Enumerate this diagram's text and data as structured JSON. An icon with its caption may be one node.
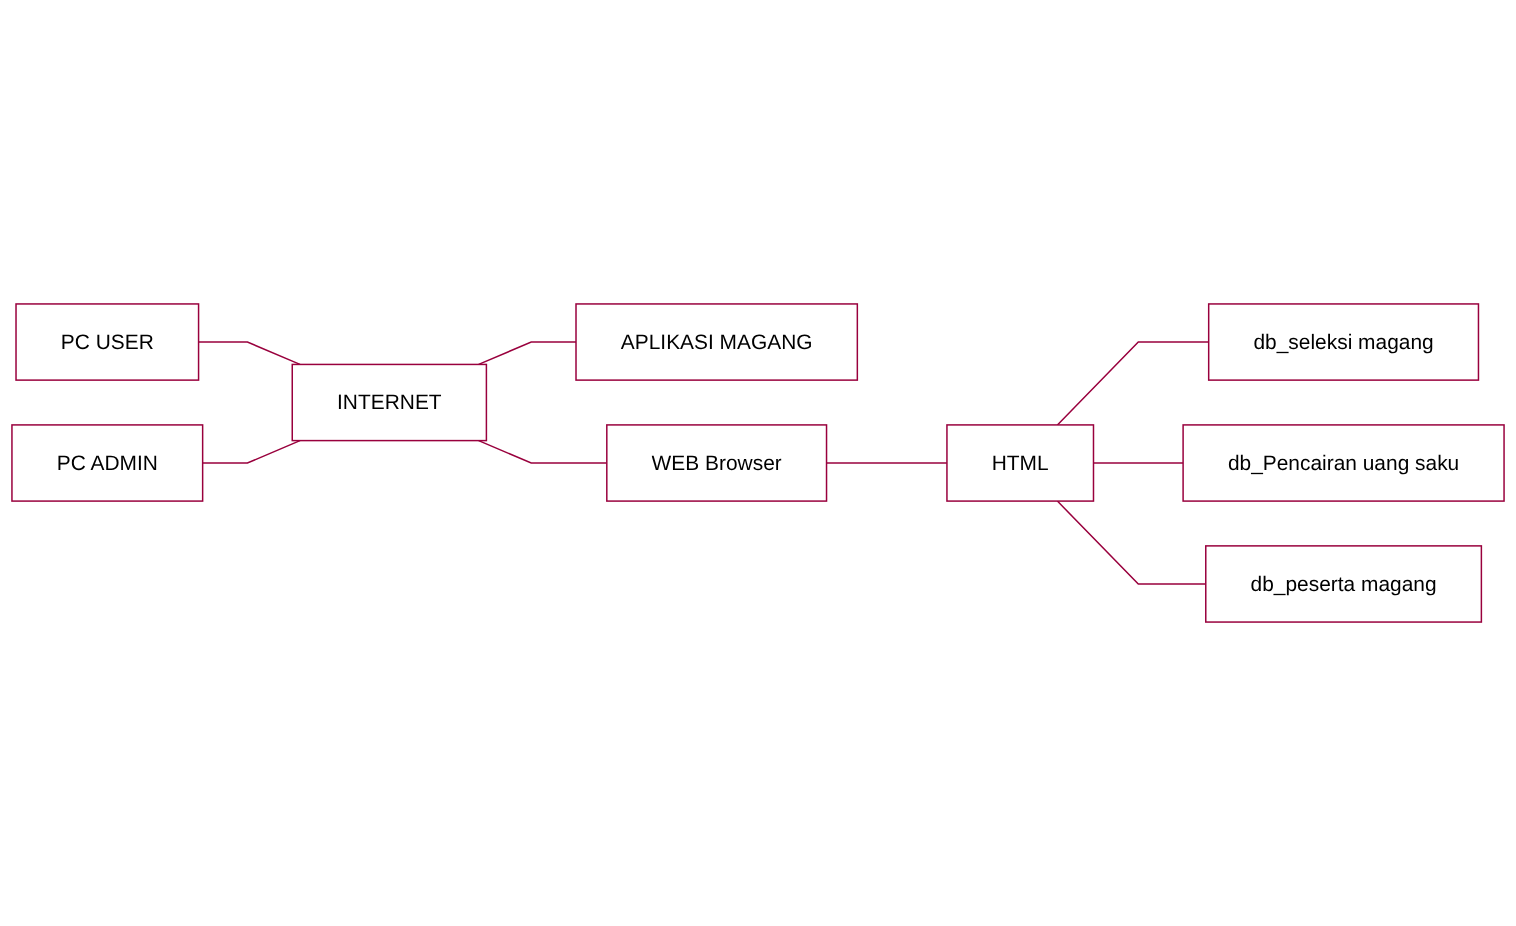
{
  "diagram": {
    "nodes": [
      {
        "text": [
          "PC USER"
        ]
      },
      {
        "text": [
          "PC ADMIN"
        ]
      },
      {
        "text": [
          "INTERNET"
        ]
      },
      {
        "text": [
          "APLIKASI MAGANG"
        ]
      },
      {
        "text": [
          "WEB Browser"
        ]
      },
      {
        "text": [
          "HTML"
        ]
      },
      {
        "text": [
          "db_seleksi magang"
        ]
      },
      {
        "text": [
          "db_Pencairan uang saku"
        ]
      },
      {
        "text": [
          "db_peserta magang"
        ]
      }
    ],
    "edges": [
      {
        "from": 0,
        "to": 2,
        "arrow": "none"
      },
      {
        "from": 1,
        "to": 2,
        "arrow": "none"
      },
      {
        "from": 2,
        "to": 3,
        "arrow": "none"
      },
      {
        "from": 2,
        "to": 4,
        "arrow": "none"
      },
      {
        "from": 4,
        "to": 5,
        "arrow": "none"
      },
      {
        "from": 5,
        "to": 6,
        "arrow": "none"
      },
      {
        "from": 5,
        "to": 7,
        "arrow": "none"
      },
      {
        "from": 5,
        "to": 8,
        "arrow": "none"
      }
    ]
  }
}
